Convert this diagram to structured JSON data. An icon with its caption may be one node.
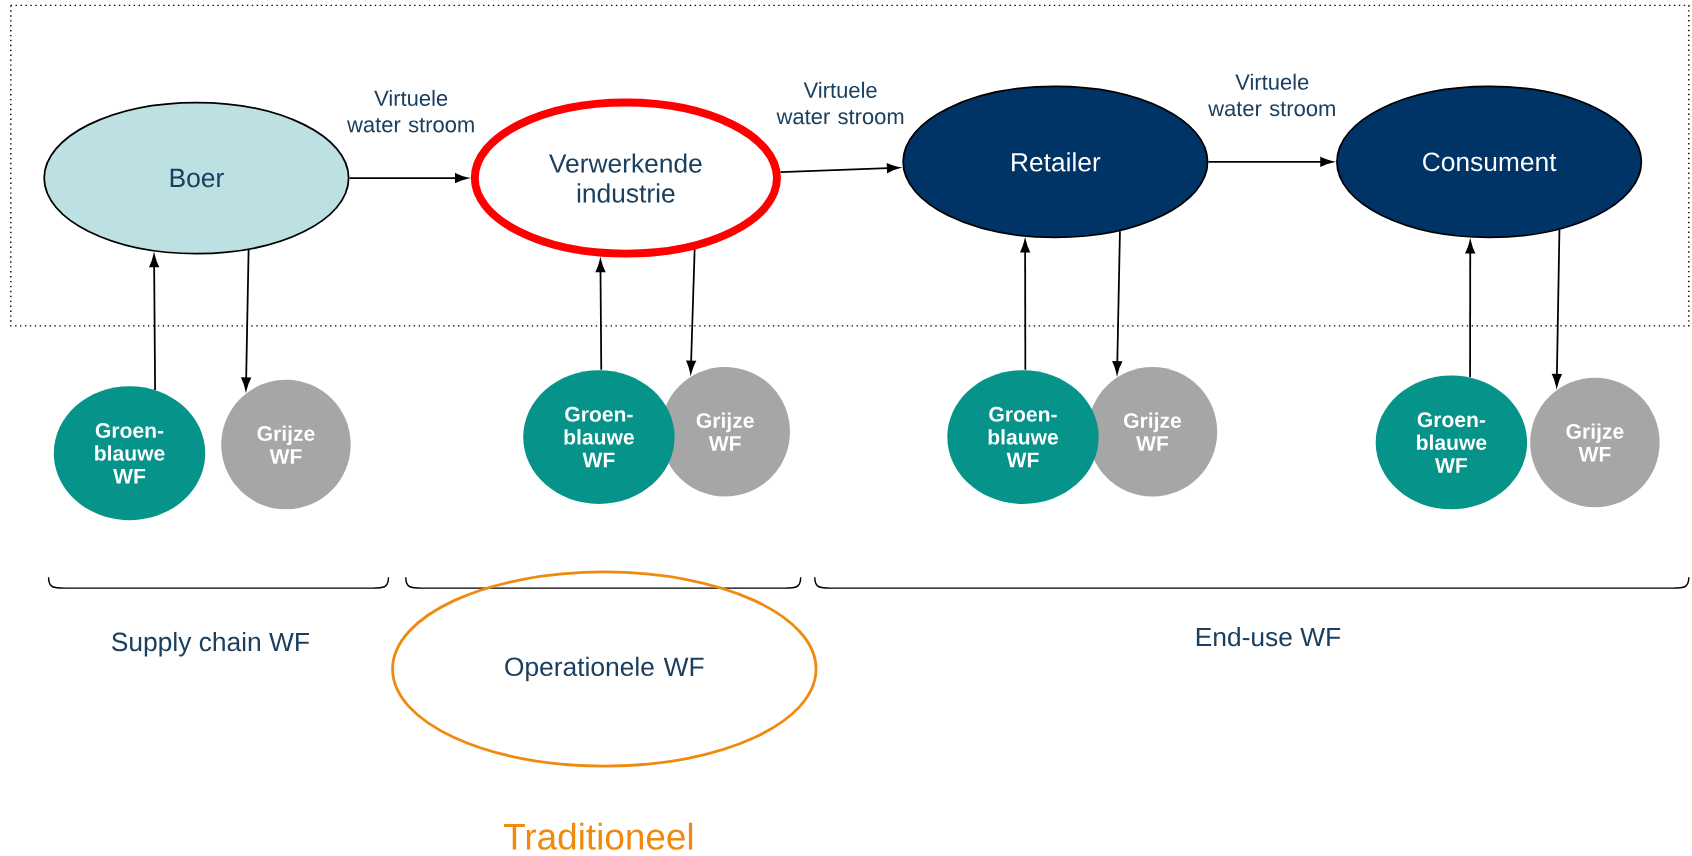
{
  "diagram": {
    "nodes": [
      {
        "text": [
          "Boer"
        ]
      },
      {
        "text": [
          "Verwerkende industrie"
        ]
      },
      {
        "text": [
          "Retailer"
        ]
      },
      {
        "text": [
          "Consument"
        ]
      },
      {
        "text": [
          "Groen- blauwe WF"
        ]
      },
      {
        "text": [
          "Grijze WF"
        ]
      },
      {
        "text": [
          "Groen- blauwe WF"
        ]
      },
      {
        "text": [
          "Grijze WF"
        ]
      },
      {
        "text": [
          "Groen- blauwe WF"
        ]
      },
      {
        "text": [
          "Grijze WF"
        ]
      },
      {
        "text": [
          "Groen- blauwe WF"
        ]
      },
      {
        "text": [
          "Grijze WF"
        ]
      },
      {
        "text": [
          "Operationele WF"
        ],
        "beside": [
          "Traditioneel"
        ]
      }
    ],
    "edges": [
      {
        "from": 0,
        "to": 1,
        "arrow": "to",
        "label": "Virtuele water stroom"
      },
      {
        "from": 1,
        "to": 2,
        "arrow": "to",
        "label": "Virtuele water stroom"
      },
      {
        "from": 2,
        "to": 3,
        "arrow": "to",
        "label": "Virtuele water stroom"
      },
      {
        "from": 4,
        "to": 0,
        "arrow": "to"
      },
      {
        "from": 0,
        "to": 5,
        "arrow": "to"
      },
      {
        "from": 6,
        "to": 1,
        "arrow": "to"
      },
      {
        "from": 1,
        "to": 7,
        "arrow": "to"
      },
      {
        "from": 8,
        "to": 2,
        "arrow": "to"
      },
      {
        "from": 2,
        "to": 9,
        "arrow": "to"
      },
      {
        "from": 10,
        "to": 3,
        "arrow": "to"
      },
      {
        "from": 3,
        "to": 11,
        "arrow": "to"
      }
    ],
    "labels": [
      "Supply chain WF",
      "End-use WF"
    ]
  }
}
